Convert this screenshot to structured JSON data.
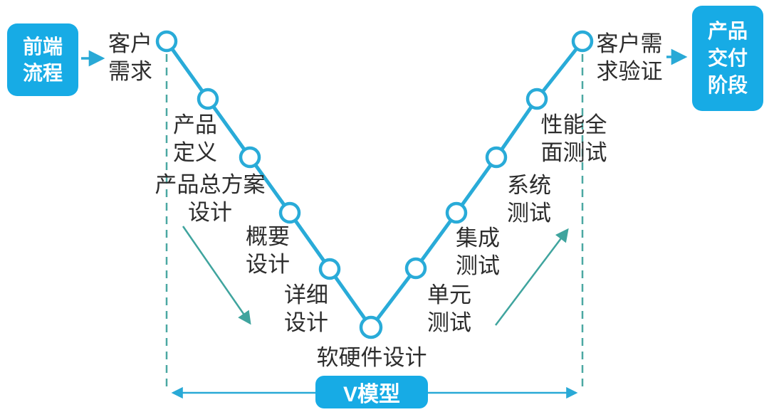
{
  "diagram": {
    "type": "v-model-process-diagram",
    "bottom_banner_label": "V模型"
  },
  "colors": {
    "primary_cyan": "#29abd8",
    "box_cyan": "#17abe5",
    "teal_accent": "#3fa49e",
    "text_dark": "#2d2d2d",
    "node_fill": "#ffffff"
  },
  "frontend_box": {
    "line1": "前端",
    "line2": "流程"
  },
  "delivery_box": {
    "line1": "产品",
    "line2": "交付",
    "line3": "阶段"
  },
  "stages": {
    "customer_requirements": {
      "line1": "客户",
      "line2": "需求"
    },
    "product_definition": {
      "line1": "产品",
      "line2": "定义"
    },
    "product_overall_scheme": {
      "line1": "产品总方案",
      "line2": "设计"
    },
    "outline_design": {
      "line1": "概要",
      "line2": "设计"
    },
    "detailed_design": {
      "line1": "详细",
      "line2": "设计"
    },
    "software_hardware_design": {
      "line1": "软硬件设计"
    },
    "unit_test": {
      "line1": "单元",
      "line2": "测试"
    },
    "integration_test": {
      "line1": "集成",
      "line2": "测试"
    },
    "system_test": {
      "line1": "系统",
      "line2": "测试"
    },
    "full_performance_test": {
      "line1": "性能全",
      "line2": "面测试"
    },
    "customer_requirement_verification": {
      "line1": "客户需",
      "line2": "求验证"
    }
  }
}
